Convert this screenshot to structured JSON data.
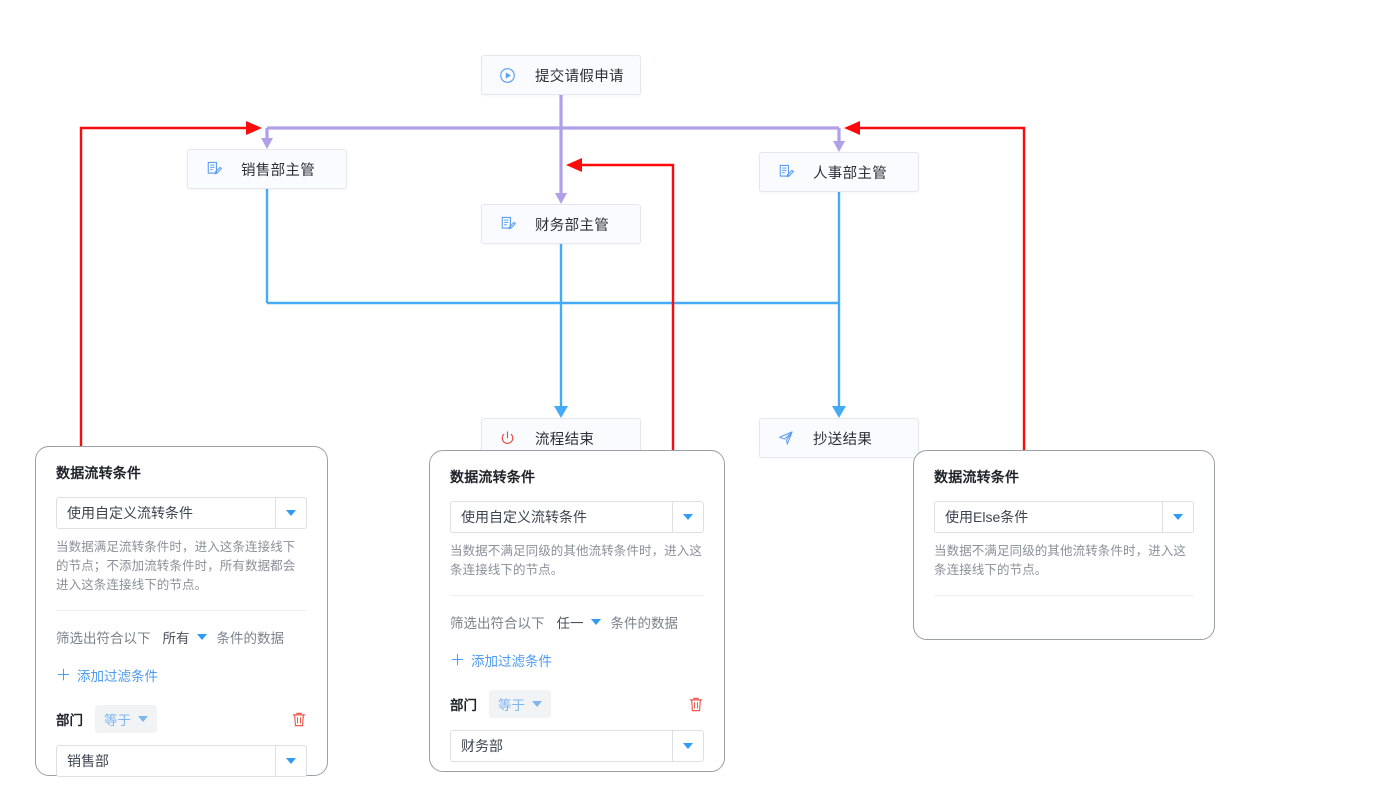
{
  "flow": {
    "nodes": [
      {
        "id": "start",
        "label": "提交请假申请",
        "icon": "play-circle-icon"
      },
      {
        "id": "sales",
        "label": "销售部主管",
        "icon": "approval-form-icon"
      },
      {
        "id": "hr",
        "label": "人事部主管",
        "icon": "approval-form-icon"
      },
      {
        "id": "fin",
        "label": "财务部主管",
        "icon": "approval-form-icon"
      },
      {
        "id": "end",
        "label": "流程结束",
        "icon": "power-off-icon"
      },
      {
        "id": "cc",
        "label": "抄送结果",
        "icon": "send-plane-icon"
      }
    ],
    "colors": {
      "purple_branch": "#b1a0e8",
      "blue_branch": "#44abf7",
      "red_branch": "#fb0b0b",
      "node_border": "#e4e7ed",
      "node_bg": "#fafbfe",
      "accent": "#2f9bf5",
      "danger": "#f0564a"
    }
  },
  "panels": [
    {
      "id": "left",
      "title": "数据流转条件",
      "mode_select": {
        "value": "使用自定义流转条件",
        "caret": "chevron-down-icon"
      },
      "hint": "当数据满足流转条件时，进入这条连接线下的节点；不添加流转条件时，所有数据都会进入这条连接线下的节点。",
      "filter": {
        "prefix": "筛选出符合以下",
        "scope": "所有",
        "suffix": "条件的数据"
      },
      "add_filter_label": "添加过滤条件",
      "add_filter_icon": "plus-icon",
      "condition": {
        "field": "部门",
        "operator": "等于",
        "delete_icon": "trash-icon",
        "value": "销售部"
      }
    },
    {
      "id": "mid",
      "title": "数据流转条件",
      "mode_select": {
        "value": "使用自定义流转条件",
        "caret": "chevron-down-icon"
      },
      "hint": "当数据不满足同级的其他流转条件时，进入这条连接线下的节点。",
      "filter": {
        "prefix": "筛选出符合以下",
        "scope": "任一",
        "suffix": "条件的数据"
      },
      "add_filter_label": "添加过滤条件",
      "add_filter_icon": "plus-icon",
      "condition": {
        "field": "部门",
        "operator": "等于",
        "delete_icon": "trash-icon",
        "value": "财务部"
      }
    },
    {
      "id": "right",
      "title": "数据流转条件",
      "mode_select": {
        "value": "使用Else条件",
        "caret": "chevron-down-icon"
      },
      "hint": "当数据不满足同级的其他流转条件时，进入这条连接线下的节点。"
    }
  ]
}
